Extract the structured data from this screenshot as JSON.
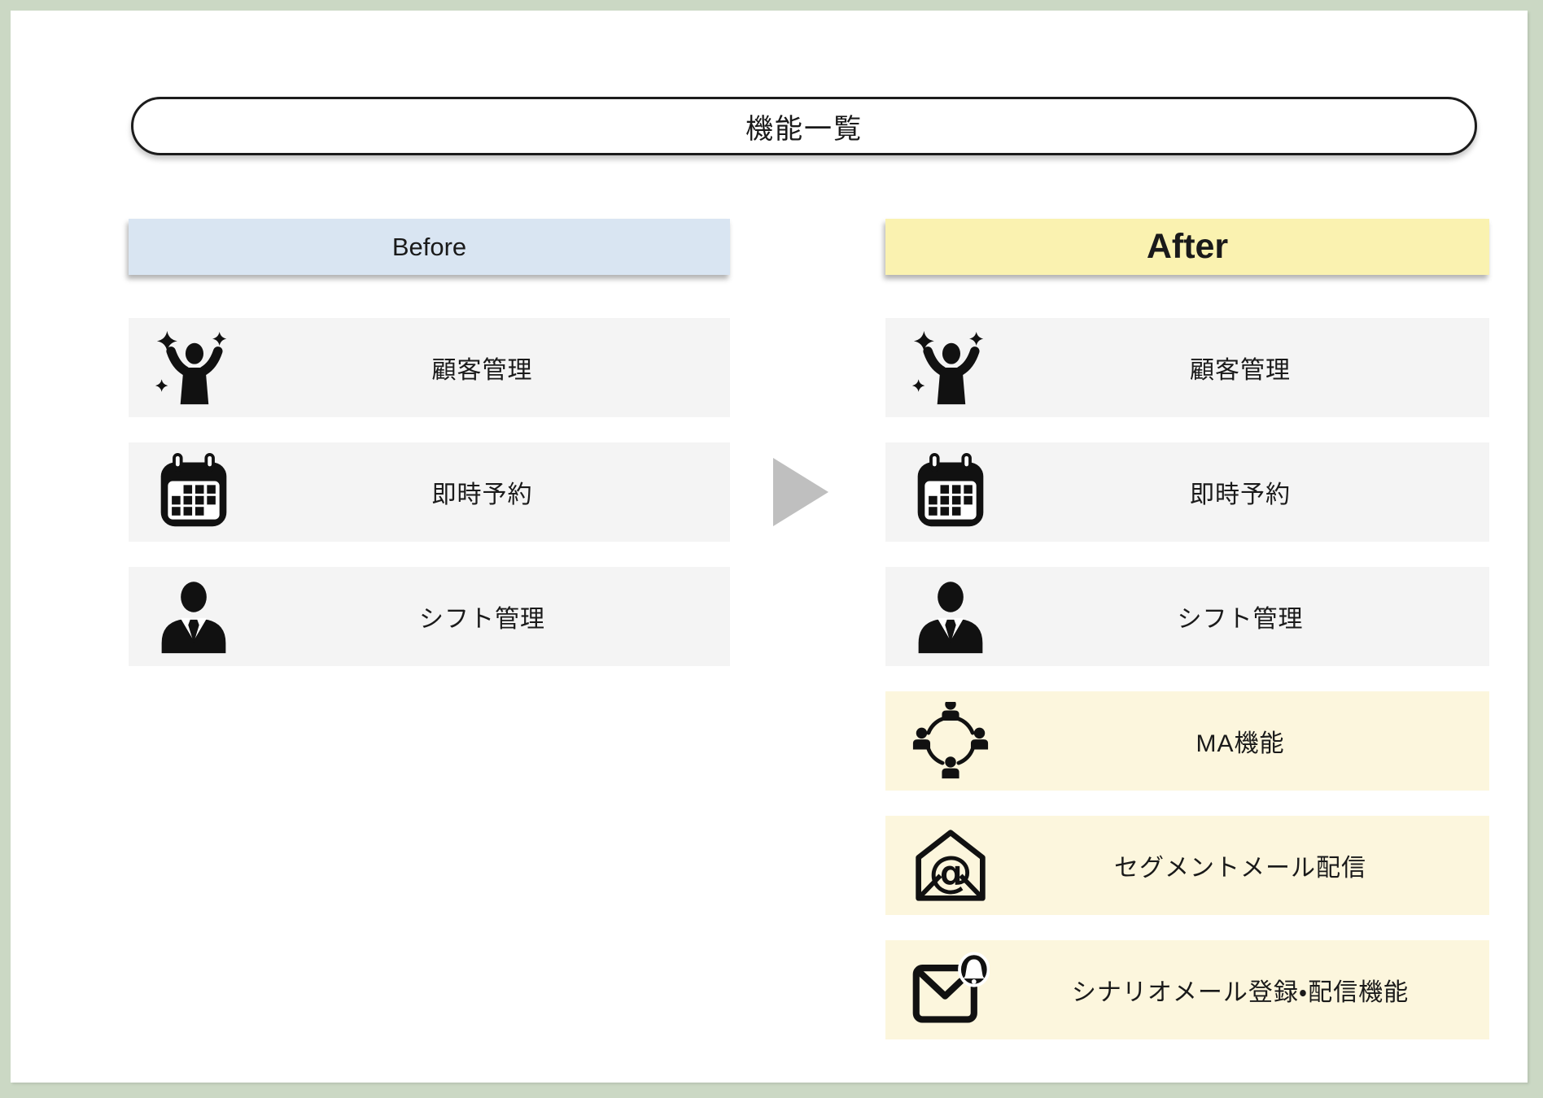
{
  "title": "機能一覧",
  "colors": {
    "frame_green": "#cbd8c4",
    "canvas": "#ffffff",
    "before_header": "#d9e5f2",
    "after_header": "#faf2b0",
    "row_gray": "#f4f4f4",
    "row_yellow": "#fcf6dd",
    "arrow_gray": "#bfbfbf",
    "icon_black": "#111111",
    "text": "#1a1a1a",
    "border_black": "#1c1c1c"
  },
  "before": {
    "label": "Before",
    "items": [
      {
        "icon": "celebrating-person-icon",
        "label": "顧客管理",
        "highlight": false
      },
      {
        "icon": "calendar-icon",
        "label": "即時予約",
        "highlight": false
      },
      {
        "icon": "businessman-icon",
        "label": "シフト管理",
        "highlight": false
      }
    ]
  },
  "after": {
    "label": "After",
    "items": [
      {
        "icon": "celebrating-person-icon",
        "label": "顧客管理",
        "highlight": false
      },
      {
        "icon": "calendar-icon",
        "label": "即時予約",
        "highlight": false
      },
      {
        "icon": "businessman-icon",
        "label": "シフト管理",
        "highlight": false
      },
      {
        "icon": "people-network-icon",
        "label": "MA機能",
        "highlight": true
      },
      {
        "icon": "email-at-icon",
        "label": "セグメントメール配信",
        "highlight": true
      },
      {
        "icon": "email-bell-icon",
        "label": "シナリオメール登録・配信機能",
        "highlight": true
      }
    ]
  }
}
